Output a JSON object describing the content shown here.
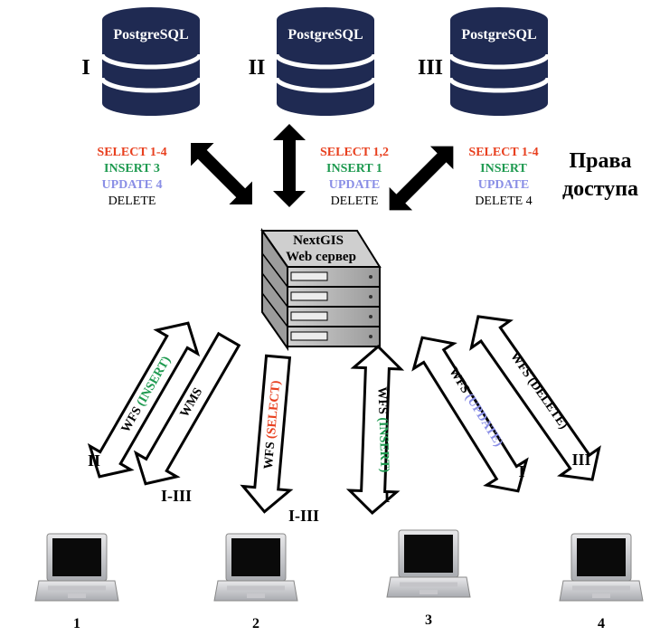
{
  "databases": [
    {
      "roman": "I",
      "label": "PostgreSQL",
      "perms": [
        {
          "text": "SELECT  1-4",
          "color": "#e8401f"
        },
        {
          "text": "INSERT 3",
          "color": "#1e9a50"
        },
        {
          "text": "UPDATE 4",
          "color": "#8a8fe6"
        },
        {
          "text": "DELETE",
          "color": "#000000"
        }
      ]
    },
    {
      "roman": "II",
      "label": "PostgreSQL",
      "perms": [
        {
          "text": "SELECT  1,2",
          "color": "#e8401f"
        },
        {
          "text": "INSERT 1",
          "color": "#1e9a50"
        },
        {
          "text": "UPDATE",
          "color": "#8a8fe6"
        },
        {
          "text": "DELETE",
          "color": "#000000"
        }
      ]
    },
    {
      "roman": "III",
      "label": "PostgreSQL",
      "perms": [
        {
          "text": "SELECT  1-4",
          "color": "#e8401f"
        },
        {
          "text": "INSERT",
          "color": "#1e9a50"
        },
        {
          "text": "UPDATE",
          "color": "#8a8fe6"
        },
        {
          "text": "DELETE 4",
          "color": "#000000"
        }
      ]
    }
  ],
  "access_title": [
    "Права",
    "доступа"
  ],
  "server": {
    "line1": "NextGIS",
    "line2": "Web сервер"
  },
  "links": [
    {
      "prefix": "WFS ",
      "op": "(INSERT)",
      "op_color": "#1e9a50",
      "tag": "II"
    },
    {
      "prefix": "WMS",
      "op": "",
      "op_color": "#000000",
      "tag": "I-III"
    },
    {
      "prefix": "WFS ",
      "op": "(SELECT)",
      "op_color": "#e8401f",
      "tag": "I-III"
    },
    {
      "prefix": "WFS ",
      "op": "(INSERT)",
      "op_color": "#1e9a50",
      "tag": "I"
    },
    {
      "prefix": "WFS ",
      "op": "(UPDATE)",
      "op_color": "#8a8fe6",
      "tag": "I"
    },
    {
      "prefix": "WFS ",
      "op": "(DELETE)",
      "op_color": "#000000",
      "tag": "III"
    }
  ],
  "clients": [
    "1",
    "2",
    "3",
    "4"
  ],
  "colors": {
    "db": "#1f2a52",
    "select": "#e8401f",
    "insert": "#1e9a50",
    "update": "#8a8fe6",
    "delete": "#000000"
  }
}
